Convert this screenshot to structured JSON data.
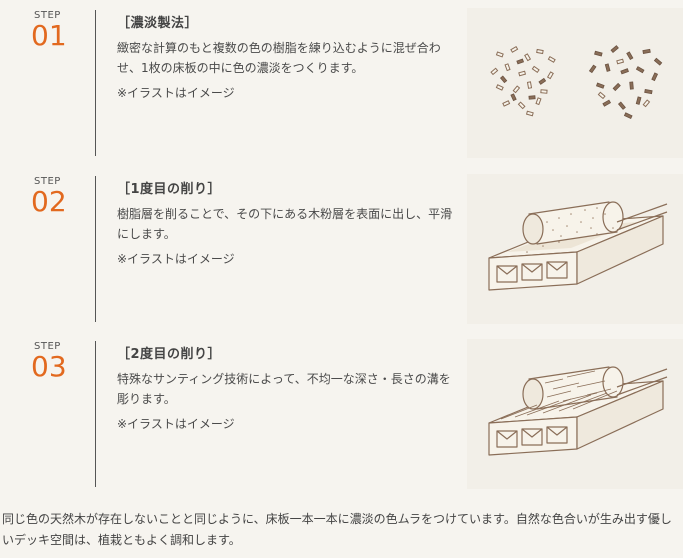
{
  "steps": [
    {
      "label": "STEP",
      "number": "01",
      "title": "［濃淡製法］",
      "desc": "緻密な計算のもと複数の色の樹脂を練り込むように混ぜ合わせ、1枚の床板の中に色の濃淡をつくります。",
      "note": "※イラストはイメージ"
    },
    {
      "label": "STEP",
      "number": "02",
      "title": "［1度目の削り］",
      "desc": "樹脂層を削ることで、その下にある木粉層を表面に出し、平滑にします。",
      "note": "※イラストはイメージ"
    },
    {
      "label": "STEP",
      "number": "03",
      "title": "［2度目の削り］",
      "desc": "特殊なサンティング技術によって、不均一な深さ・長さの溝を彫ります。",
      "note": "※イラストはイメージ"
    }
  ],
  "footer": "同じ色の天然木が存在しないことと同じように、床板一本一本に濃淡の色ムラをつけています。自然な色合いが生み出す優しいデッキ空間は、植栽ともよく調和します。",
  "colors": {
    "accent": "#e2691f",
    "text": "#4a4a4a",
    "line": "#555555",
    "sketch": "#8a6e58"
  }
}
